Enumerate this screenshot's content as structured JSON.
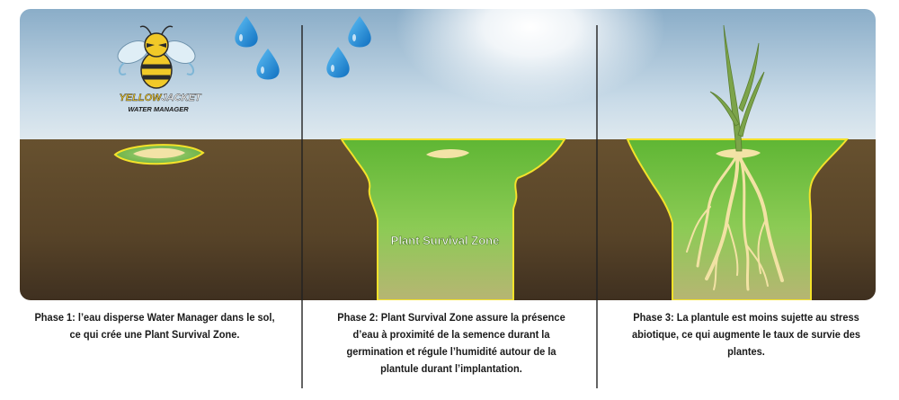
{
  "logo": {
    "brand_yellow": "YELLOW",
    "brand_jacket": "JACKET",
    "subtitle": "WATER MANAGER"
  },
  "zone_label": "Plant Survival Zone",
  "captions": [
    "Phase 1: l’eau disperse Water Manager dans le sol, ce qui crée une Plant Survival Zone.",
    "Phase 2: Plant Survival Zone assure la présence d’eau à proximité de la semence durant la germination et régule l’humidité autour de la plantule durant l’implantation.",
    "Phase 3: La plantule est moins sujette au stress abiotique, ce qui augmente le taux de survie des plantes."
  ],
  "colors": {
    "sky_top": "#8fb0c9",
    "soil": "#5e4a2d",
    "zone_green": "#6bbf3c",
    "zone_outline": "#f4e22a",
    "seed": "#f3e3a6",
    "drop": "#1f8bd6",
    "divider": "#222222"
  },
  "icons": [
    "water-drop-icon",
    "bee-mascot-icon",
    "seed-icon",
    "seedling-icon",
    "roots-icon"
  ]
}
